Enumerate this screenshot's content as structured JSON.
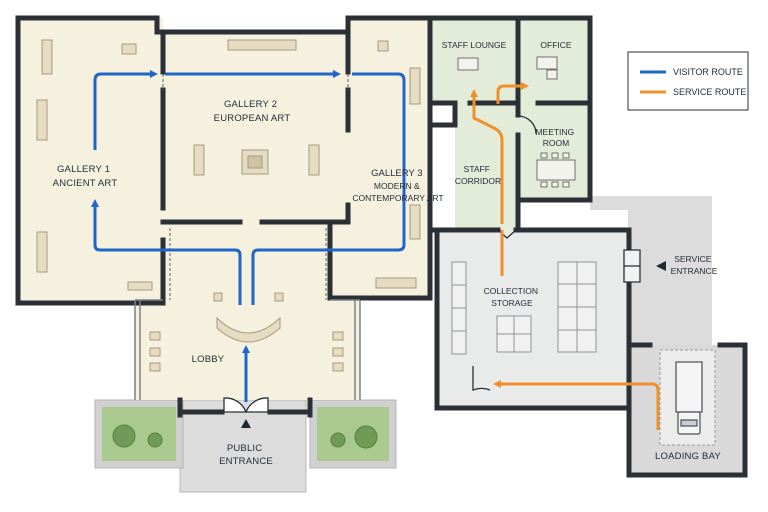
{
  "rooms": {
    "gallery1": [
      "GALLERY 1",
      "ANCIENT ART"
    ],
    "gallery2": [
      "GALLERY 2",
      "EUROPEAN ART"
    ],
    "gallery3": [
      "GALLERY 3",
      "MODERN &",
      "CONTEMPORARY ART"
    ],
    "lobby": [
      "LOBBY"
    ],
    "public_entrance": [
      "PUBLIC",
      "ENTRANCE"
    ],
    "staff_lounge": [
      "STAFF LOUNGE"
    ],
    "office": [
      "OFFICE"
    ],
    "meeting_room": [
      "MEETING",
      "ROOM"
    ],
    "staff_corridor": [
      "STAFF",
      "CORRIDOR"
    ],
    "collection_storage": [
      "COLLECTION",
      "STORAGE"
    ],
    "service_entrance": [
      "SERVICE",
      "ENTRANCE"
    ],
    "loading_bay": [
      "LOADING BAY"
    ]
  },
  "legend": [
    {
      "label": "VISITOR ROUTE",
      "color": "#1f66c6"
    },
    {
      "label": "SERVICE ROUTE",
      "color": "#f0902a"
    }
  ],
  "colors": {
    "wall": "#2b2f36",
    "gallery_floor": "#f6f0df",
    "staff_floor": "#e3ecd8",
    "storage_floor": "#e9eaea",
    "outdoor_floor": "#dcdcdc",
    "planter": "#a9c98e",
    "visitor_route": "#1f66c6",
    "service_route": "#f0902a"
  }
}
